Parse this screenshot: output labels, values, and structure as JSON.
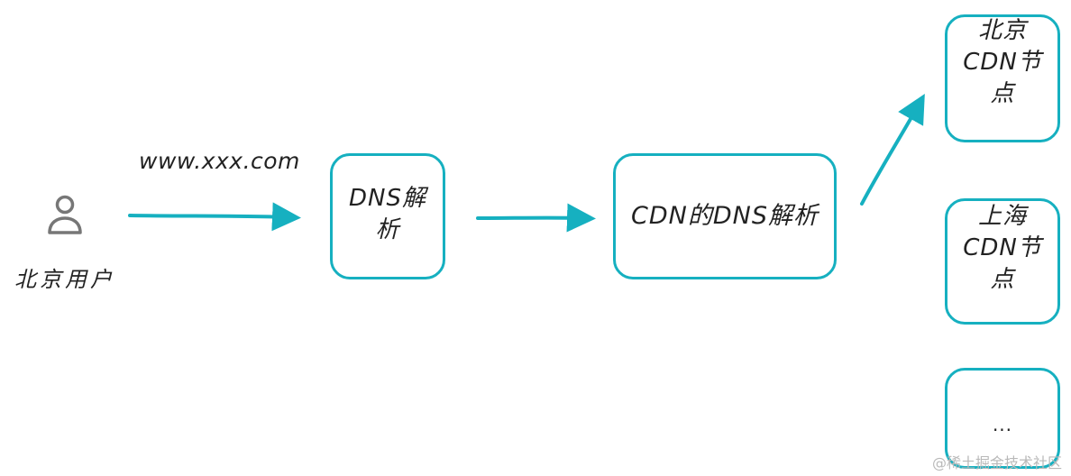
{
  "user": {
    "label": "北京用户",
    "icon": "user-icon"
  },
  "request": {
    "url": "www.xxx.com"
  },
  "nodes": {
    "dns": "DNS解\n析",
    "cdn_dns": "CDN的DNS解析",
    "beijing": "北京\nCDN节\n点",
    "shanghai": "上海\nCDN节\n点",
    "more": "..."
  },
  "watermark": "@稀土掘金技术社区",
  "colors": {
    "accent": "#16b0c0",
    "text": "#222222",
    "icon": "#777777",
    "watermark": "#b9b9b9"
  }
}
